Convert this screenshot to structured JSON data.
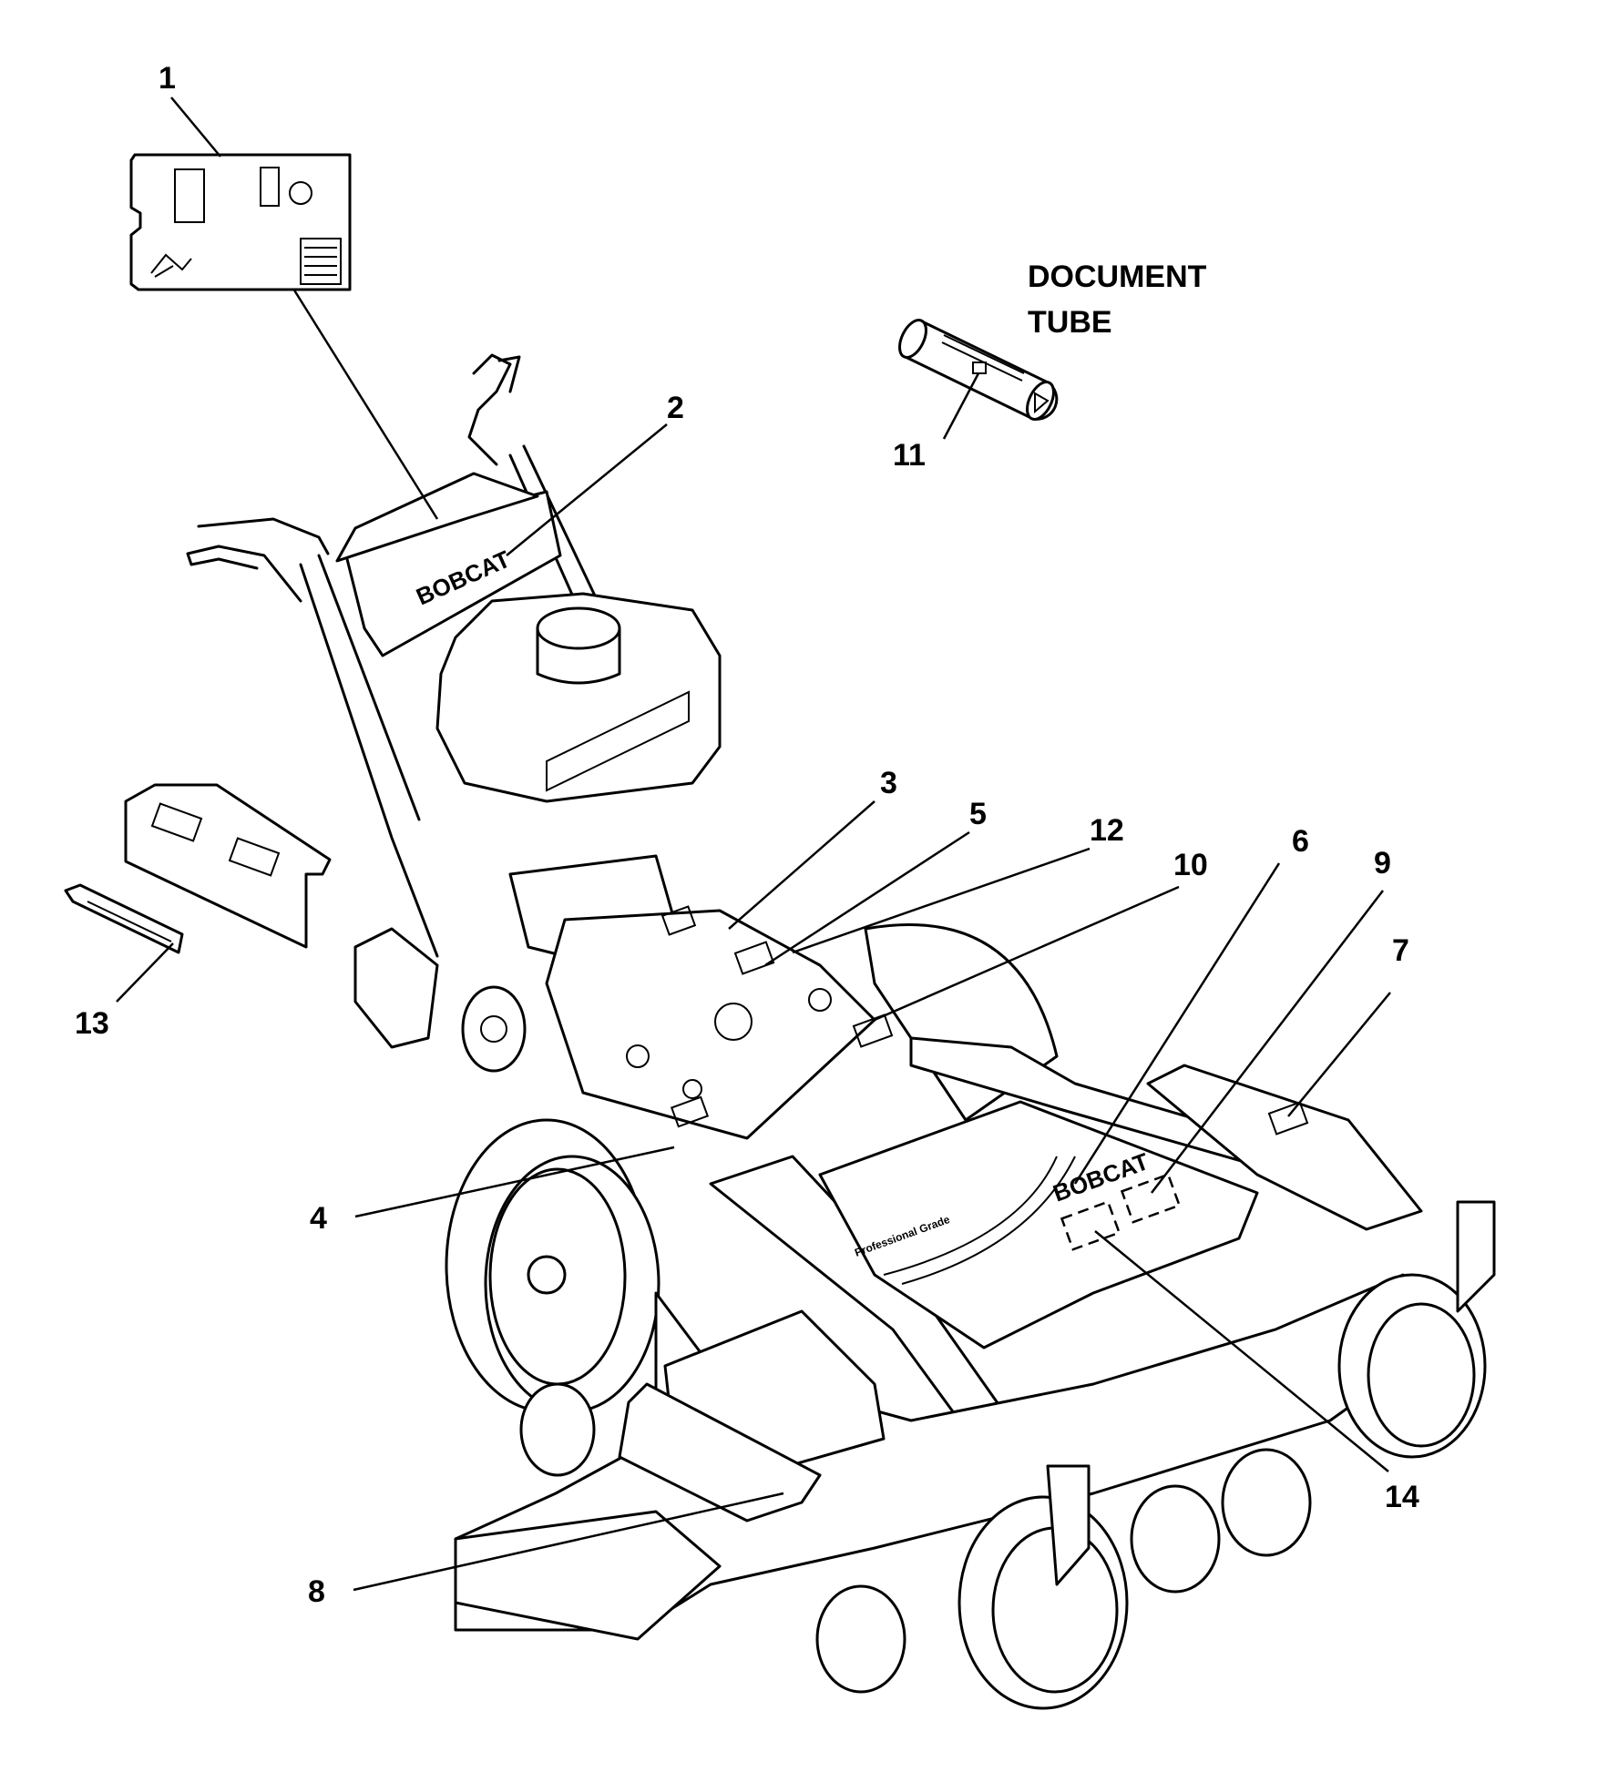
{
  "callouts": {
    "c1": "1",
    "c2": "2",
    "c3": "3",
    "c4": "4",
    "c5": "5",
    "c6": "6",
    "c7": "7",
    "c8": "8",
    "c9": "9",
    "c10": "10",
    "c11": "11",
    "c12": "12",
    "c13": "13",
    "c14": "14"
  },
  "document_tube": {
    "line1": "DOCUMENT",
    "line2": "TUBE"
  },
  "decals": {
    "brand": "BOBCAT",
    "deck_text": "Professional Grade"
  },
  "icons": [
    "decal-sheet-icon",
    "document-tube-icon",
    "mower-icon"
  ]
}
